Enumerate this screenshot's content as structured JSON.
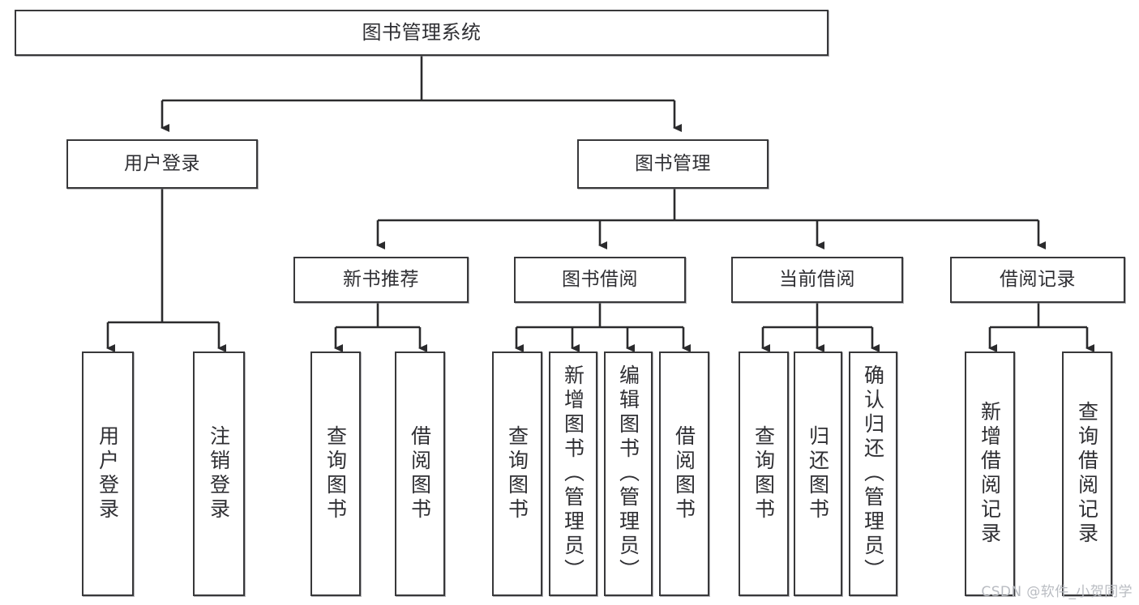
{
  "diagram": {
    "title": "图书管理系统",
    "type": "tree",
    "root": {
      "id": "root",
      "label": "图书管理系统",
      "orientation": "horizontal"
    },
    "level2": [
      {
        "id": "user-login",
        "label": "用户登录",
        "orientation": "horizontal"
      },
      {
        "id": "book-manage",
        "label": "图书管理",
        "orientation": "horizontal"
      }
    ],
    "level3": [
      {
        "id": "new-book-recommend",
        "label": "新书推荐",
        "parent": "book-manage",
        "orientation": "horizontal"
      },
      {
        "id": "book-borrow",
        "label": "图书借阅",
        "parent": "book-manage",
        "orientation": "horizontal"
      },
      {
        "id": "current-borrow",
        "label": "当前借阅",
        "parent": "book-manage",
        "orientation": "horizontal"
      },
      {
        "id": "borrow-record",
        "label": "借阅记录",
        "parent": "book-manage",
        "orientation": "horizontal"
      }
    ],
    "leaves": [
      {
        "id": "leaf-user-login",
        "label": "用户登录",
        "parent": "user-login"
      },
      {
        "id": "leaf-logout-login",
        "label": "注销登录",
        "parent": "user-login"
      },
      {
        "id": "leaf-query-book-1",
        "label": "查询图书",
        "parent": "new-book-recommend"
      },
      {
        "id": "leaf-borrow-book-1",
        "label": "借阅图书",
        "parent": "new-book-recommend"
      },
      {
        "id": "leaf-query-book-2",
        "label": "查询图书",
        "parent": "book-borrow"
      },
      {
        "id": "leaf-add-book",
        "label": "新增图书（管理员）",
        "parent": "book-borrow"
      },
      {
        "id": "leaf-edit-book",
        "label": "编辑图书（管理员）",
        "parent": "book-borrow"
      },
      {
        "id": "leaf-borrow-book-2",
        "label": "借阅图书",
        "parent": "book-borrow"
      },
      {
        "id": "leaf-query-book-3",
        "label": "查询图书",
        "parent": "current-borrow"
      },
      {
        "id": "leaf-return-book",
        "label": "归还图书",
        "parent": "current-borrow"
      },
      {
        "id": "leaf-confirm-return",
        "label": "确认归还（管理员）",
        "parent": "current-borrow"
      },
      {
        "id": "leaf-add-record",
        "label": "新增借阅记录",
        "parent": "borrow-record"
      },
      {
        "id": "leaf-query-record",
        "label": "查询借阅记录",
        "parent": "borrow-record"
      }
    ],
    "watermark": "CSDN @软件_小贺同学",
    "colors": {
      "border": "#38383a",
      "text": "#2f2f33",
      "background": "#ffffff",
      "edge": "#2b2b2d",
      "watermark": "#b9bcc2"
    }
  }
}
